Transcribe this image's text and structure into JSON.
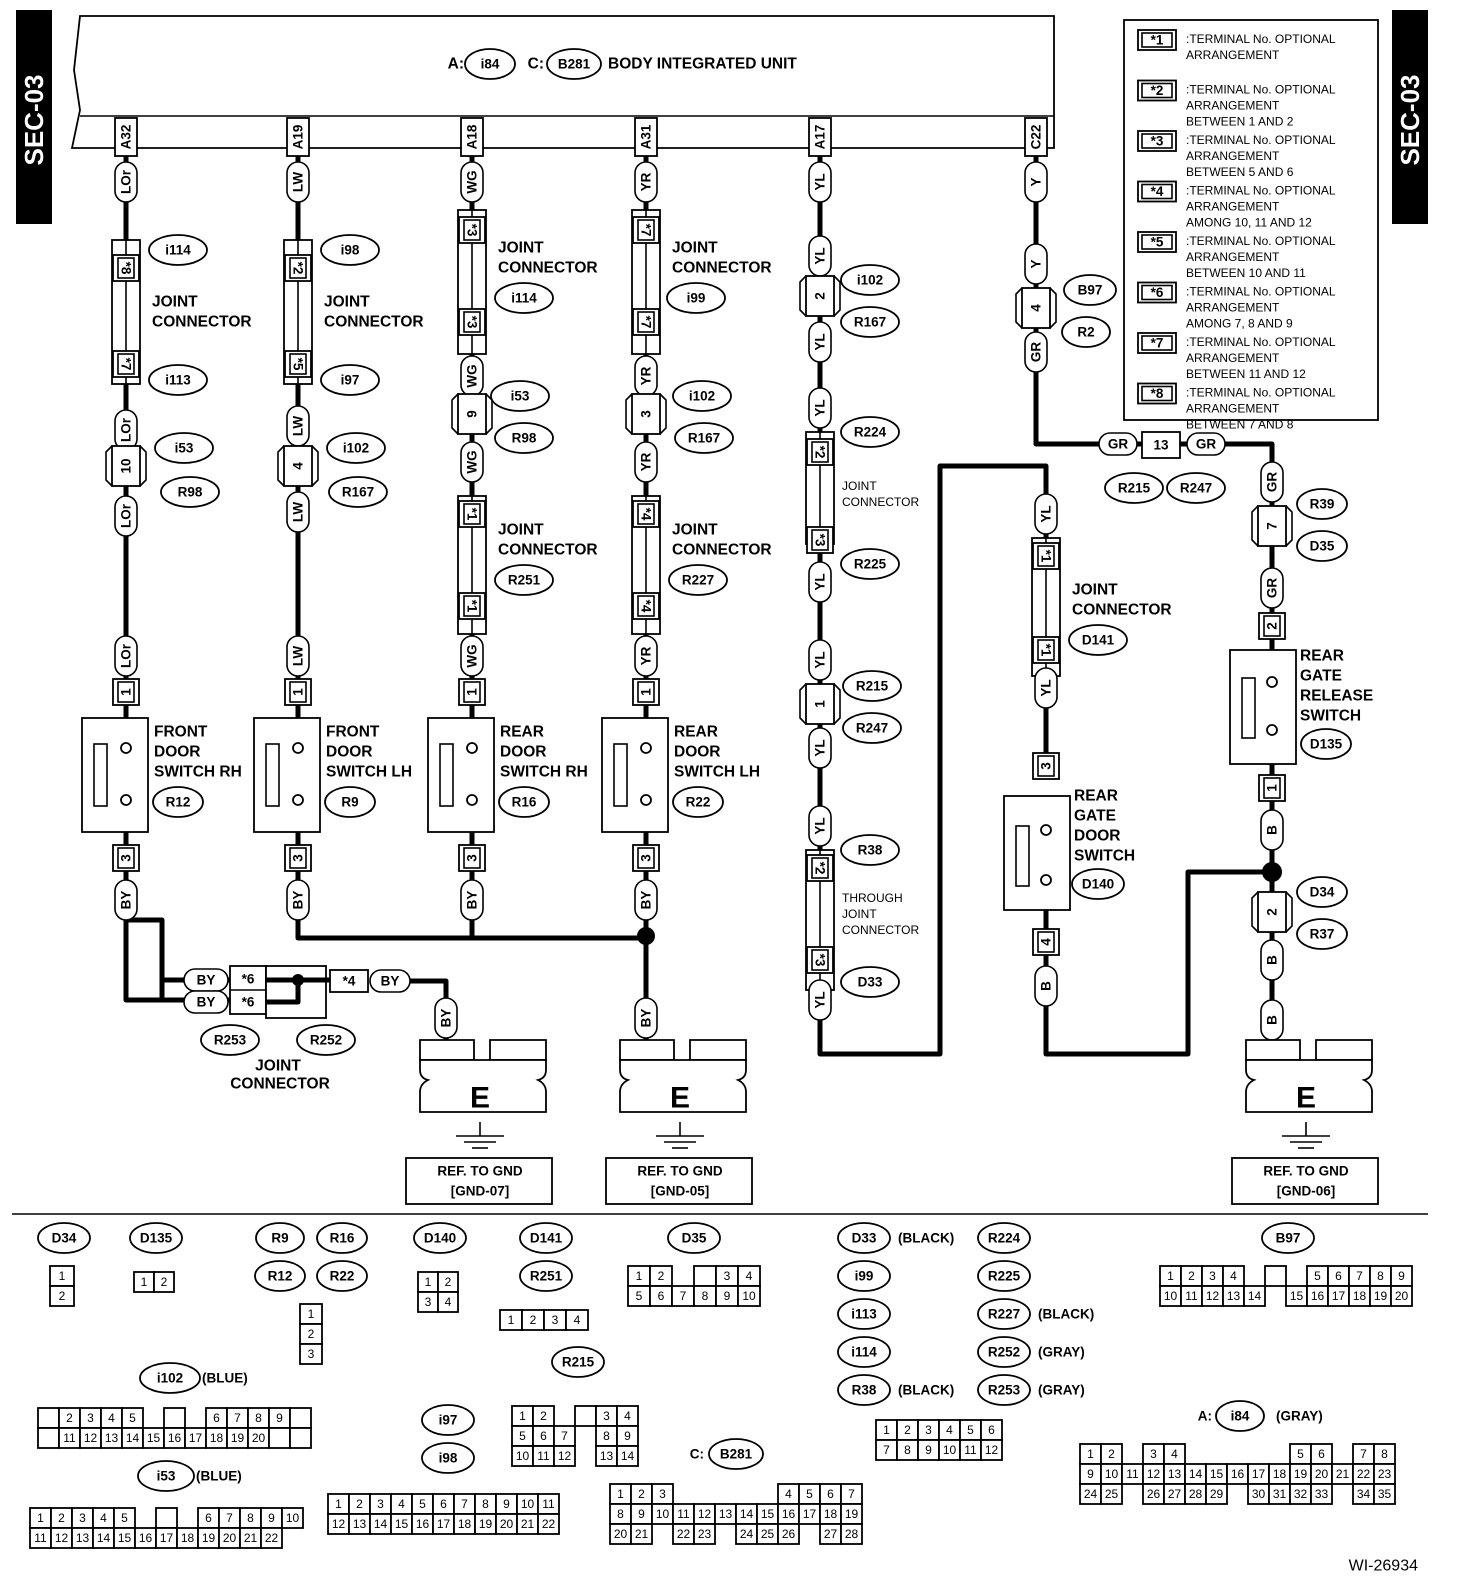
{
  "side_tag": "SEC-03",
  "unit": {
    "a_prefix": "A:",
    "a_conn": "i84",
    "c_prefix": "C:",
    "c_conn": "B281",
    "name": "BODY INTEGRATED UNIT"
  },
  "terminals": [
    "A32",
    "A19",
    "A18",
    "A31",
    "A17",
    "C22"
  ],
  "legend": [
    {
      "mark": "*1",
      "text": [
        ":TERMINAL No. OPTIONAL",
        "ARRANGEMENT"
      ]
    },
    {
      "mark": "*2",
      "text": [
        ":TERMINAL No. OPTIONAL",
        "ARRANGEMENT",
        "BETWEEN 1 AND 2"
      ]
    },
    {
      "mark": "*3",
      "text": [
        ":TERMINAL No. OPTIONAL",
        "ARRANGEMENT",
        "BETWEEN 5 AND 6"
      ]
    },
    {
      "mark": "*4",
      "text": [
        ":TERMINAL No. OPTIONAL",
        "ARRANGEMENT",
        "AMONG 10, 11 AND 12"
      ]
    },
    {
      "mark": "*5",
      "text": [
        ":TERMINAL No. OPTIONAL",
        "ARRANGEMENT",
        "BETWEEN 10 AND 11"
      ]
    },
    {
      "mark": "*6",
      "text": [
        ":TERMINAL No. OPTIONAL",
        "ARRANGEMENT",
        "AMONG 7, 8 AND 9"
      ]
    },
    {
      "mark": "*7",
      "text": [
        ":TERMINAL No. OPTIONAL",
        "ARRANGEMENT",
        "BETWEEN 11 AND 12"
      ]
    },
    {
      "mark": "*8",
      "text": [
        ":TERMINAL No. OPTIONAL",
        "ARRANGEMENT",
        "BETWEEN 7 AND 8"
      ]
    }
  ],
  "words": {
    "joint1": "JOINT",
    "joint2": "CONNECTOR",
    "through": "THROUGH",
    "front": "FRONT",
    "rear": "REAR",
    "door": "DOOR",
    "gate": "GATE",
    "release": "RELEASE",
    "switch_rh": "SWITCH RH",
    "switch_lh": "SWITCH LH",
    "switch": "SWITCH",
    "ground": "E",
    "ref": "REF. TO GND",
    "gnd07": "[GND-07]",
    "gnd05": "[GND-05]",
    "gnd06": "[GND-06]"
  },
  "wire_colors": [
    "LOr",
    "LW",
    "WG",
    "YR",
    "YL",
    "Y",
    "GR",
    "BY",
    "B"
  ],
  "stars": [
    "*1",
    "*2",
    "*3",
    "*4",
    "*5",
    "*6",
    "*7",
    "*8"
  ],
  "nums": [
    "1",
    "2",
    "3",
    "4",
    "7",
    "9",
    "10",
    "13"
  ],
  "conns": {
    "i114": "i114",
    "i113": "i113",
    "i53": "i53",
    "R98": "R98",
    "i98": "i98",
    "i97": "i97",
    "i102": "i102",
    "R167": "R167",
    "R251": "R251",
    "i99": "i99",
    "R227": "R227",
    "R224": "R224",
    "R225": "R225",
    "R215": "R215",
    "R247": "R247",
    "R38": "R38",
    "D33": "D33",
    "B97": "B97",
    "R2": "R2",
    "R39": "R39",
    "D35": "D35",
    "D141": "D141",
    "R12": "R12",
    "R9": "R9",
    "R16": "R16",
    "R22": "R22",
    "D140": "D140",
    "D135": "D135",
    "D34": "D34",
    "R37": "R37",
    "R253": "R253",
    "R252": "R252"
  },
  "footer": {
    "black": "(BLACK)",
    "blue": "(BLUE)",
    "gray": "(GRAY)",
    "a": "A:",
    "c": "C:",
    "i84": "i84",
    "B281": "B281",
    "names": [
      "D34",
      "D135",
      "R9",
      "R16",
      "R12",
      "R22",
      "D140",
      "D141",
      "R251",
      "D35",
      "D33",
      "i99",
      "i113",
      "i114",
      "R38",
      "R224",
      "R225",
      "R227",
      "R252",
      "R253",
      "B97",
      "i102",
      "i53",
      "i97",
      "i98",
      "R215"
    ]
  },
  "figure_id": "WI-26934"
}
